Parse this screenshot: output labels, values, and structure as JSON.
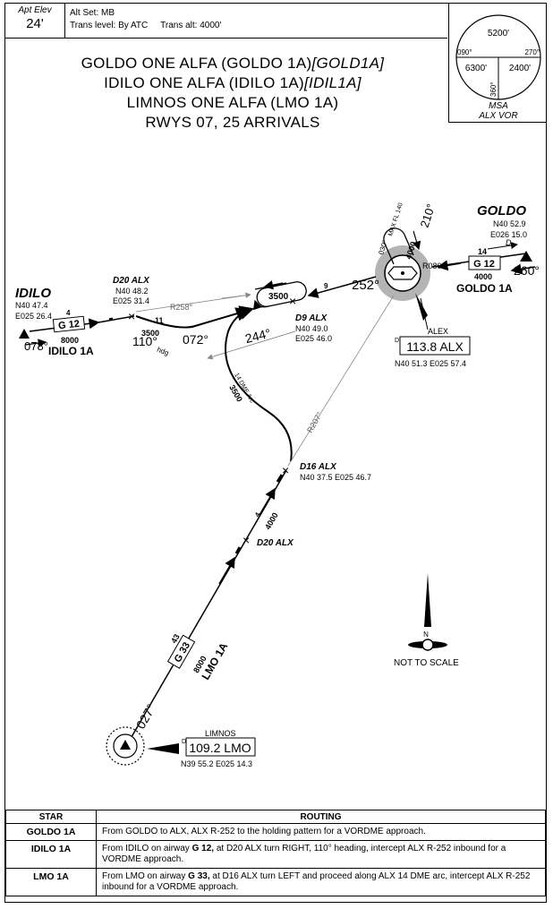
{
  "header": {
    "apt_elev_label": "Apt Elev",
    "apt_elev_value": "24'",
    "alt_set": "Alt Set: MB",
    "trans_level": "Trans level: By ATC",
    "trans_alt": "Trans alt: 4000'"
  },
  "msa": {
    "alt_north": "5200'",
    "alt_west": "6300'",
    "alt_south_east": "2400'",
    "bearing_090": "090°",
    "bearing_270": "270°",
    "bearing_360": "360°",
    "label": "MSA",
    "sublabel": "ALX VOR"
  },
  "titles": {
    "line1": "GOLDO ONE ALFA (GOLDO 1A)",
    "line1_code": "[GOLD1A]",
    "line2": "IDILO ONE ALFA (IDILO 1A)",
    "line2_code": "[IDIL1A]",
    "line3": "LIMNOS ONE ALFA (LMO 1A)",
    "line4": "RWYS 07, 25 ARRIVALS"
  },
  "fixes": {
    "goldo": {
      "name": "GOLDO",
      "lat": "N40 52.9",
      "lon": "E026 15.0"
    },
    "idilo": {
      "name": "IDILO",
      "lat": "N40 47.4",
      "lon": "E025 26.4"
    },
    "d20_north": {
      "name": "D20 ALX",
      "lat": "N40 48.2",
      "lon": "E025 31.4"
    },
    "d9": {
      "name": "D9 ALX",
      "lat": "N40 49.0",
      "lon": "E025 46.0"
    },
    "d16": {
      "name": "D16 ALX",
      "coord": "N40 37.5 E025 46.7"
    },
    "d20_south": {
      "name": "D20 ALX"
    }
  },
  "navaids": {
    "alex": {
      "name": "ALEX",
      "freq": "113.8 ALX",
      "coord": "N40 51.3 E025 57.4",
      "d": "D"
    },
    "limnos": {
      "name": "LIMNOS",
      "freq": "109.2 LMO",
      "coord": "N39 55.2 E025 14.3",
      "d": "D"
    }
  },
  "route_labels": {
    "goldo_airway": "G 12",
    "goldo_dist": "14",
    "goldo_alt": "4000",
    "goldo_course": "260°",
    "goldo_name": "GOLDO 1A",
    "goldo_d": "D",
    "idilo_airway": "G 12",
    "idilo_dist": "4",
    "idilo_alt": "8000",
    "idilo_course": "078°",
    "idilo_name": "IDILO 1A",
    "d20_d9_dist": "11",
    "d20_d9_alt": "3500",
    "hdg": "110°",
    "hdg_suffix": "hdg",
    "course_072": "072°",
    "course_244": "244°",
    "r258": "R258°",
    "inbound_dist": "9",
    "inbound_course": "252°",
    "holding_alt": "3500",
    "holding_out": "030°",
    "holding_max": "MAX FL 140",
    "holding_inbound": "210°",
    "holding_min": "4000",
    "r080": "R080°",
    "arc_dist": "14 DME Arc",
    "arc_alt": "3500",
    "r207": "R207°",
    "lmo_d16_dist": "4",
    "lmo_d16_alt": "4000",
    "lmo_airway": "G 33",
    "lmo_dist": "43",
    "lmo_alt": "8000",
    "lmo_name": "LMO 1A",
    "lmo_course": "027°"
  },
  "north": {
    "letter": "N",
    "note": "NOT TO SCALE"
  },
  "routing_table": {
    "col_star": "STAR",
    "col_routing": "ROUTING",
    "rows": [
      {
        "star": "GOLDO 1A",
        "routing": "From GOLDO to ALX, ALX R-252 to the holding pattern for a VORDME approach."
      },
      {
        "star": "IDILO 1A",
        "routing_pre": "From IDILO on airway ",
        "routing_bold": "G 12,",
        "routing_post": " at D20 ALX turn RIGHT, 110° heading, intercept ALX R-252 inbound for a VORDME approach."
      },
      {
        "star": "LMO 1A",
        "routing_pre": "From LMO on airway ",
        "routing_bold": "G 33,",
        "routing_post": " at D16 ALX turn LEFT and proceed along ALX 14 DME arc, intercept ALX R-252 inbound for a VORDME approach."
      }
    ]
  }
}
